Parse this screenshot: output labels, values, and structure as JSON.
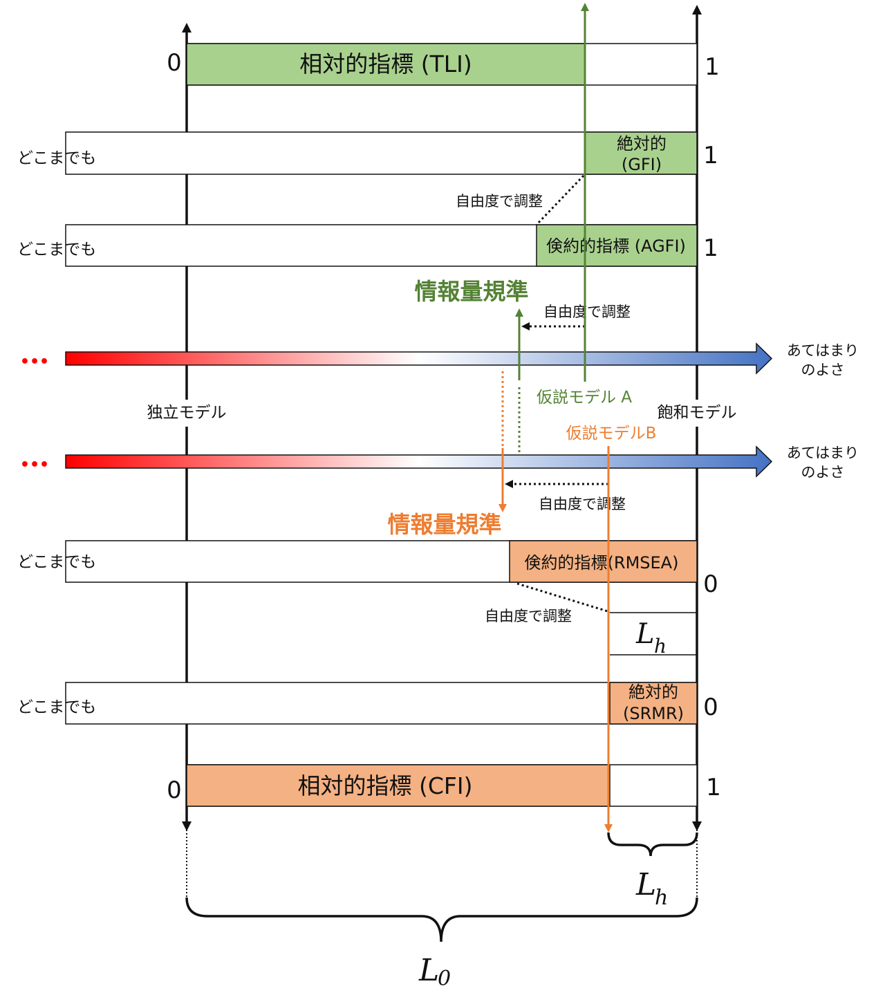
{
  "labels": {
    "tli": "相対的指標 (TLI)",
    "gfi_line1": "絶対的",
    "gfi_line2": "(GFI)",
    "agfi": "倹約的指標 (AGFI)",
    "rmsea": "倹約的指標(RMSEA)",
    "srmr_line1": "絶対的",
    "srmr_line2": "(SRMR)",
    "cfi": "相対的指標 (CFI)",
    "anywhere": "どこまでも",
    "adjust_df": "自由度で調整",
    "info_criterion": "情報量規準",
    "independent_model": "独立モデル",
    "saturated_model": "飽和モデル",
    "model_a": "仮説モデル A",
    "model_b": "仮説モデルB",
    "fit_line1": "あてはまり",
    "fit_line2": "のよさ",
    "ellipsis": "•••",
    "zero": "0",
    "one": "1",
    "L_letter": "L",
    "sub_h": "h",
    "sub_0": "0"
  },
  "colors": {
    "green_fill": "#a9d18e",
    "green_line": "#548235",
    "orange_fill": "#f4b183",
    "orange_line": "#ed7d31",
    "fit_bad": "#ff0000",
    "fit_good": "#4472c4"
  }
}
